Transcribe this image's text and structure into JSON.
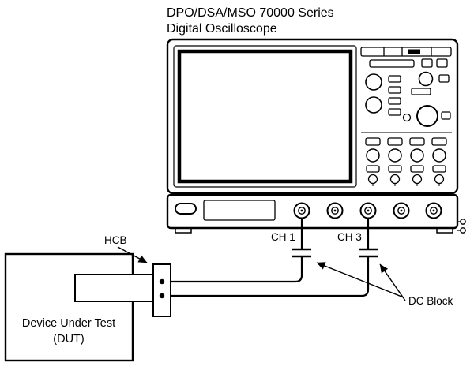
{
  "diagram": {
    "title_line1": "DPO/DSA/MSO 70000 Series",
    "title_line2": "Digital Oscilloscope",
    "ch1_label": "CH 1",
    "ch3_label": "CH 3",
    "hcb_label": "HCB",
    "dc_block_label": "DC Block",
    "dut_label_line1": "Device Under Test",
    "dut_label_line2": "(DUT)",
    "colors": {
      "line": "#000000",
      "background": "#ffffff"
    }
  }
}
